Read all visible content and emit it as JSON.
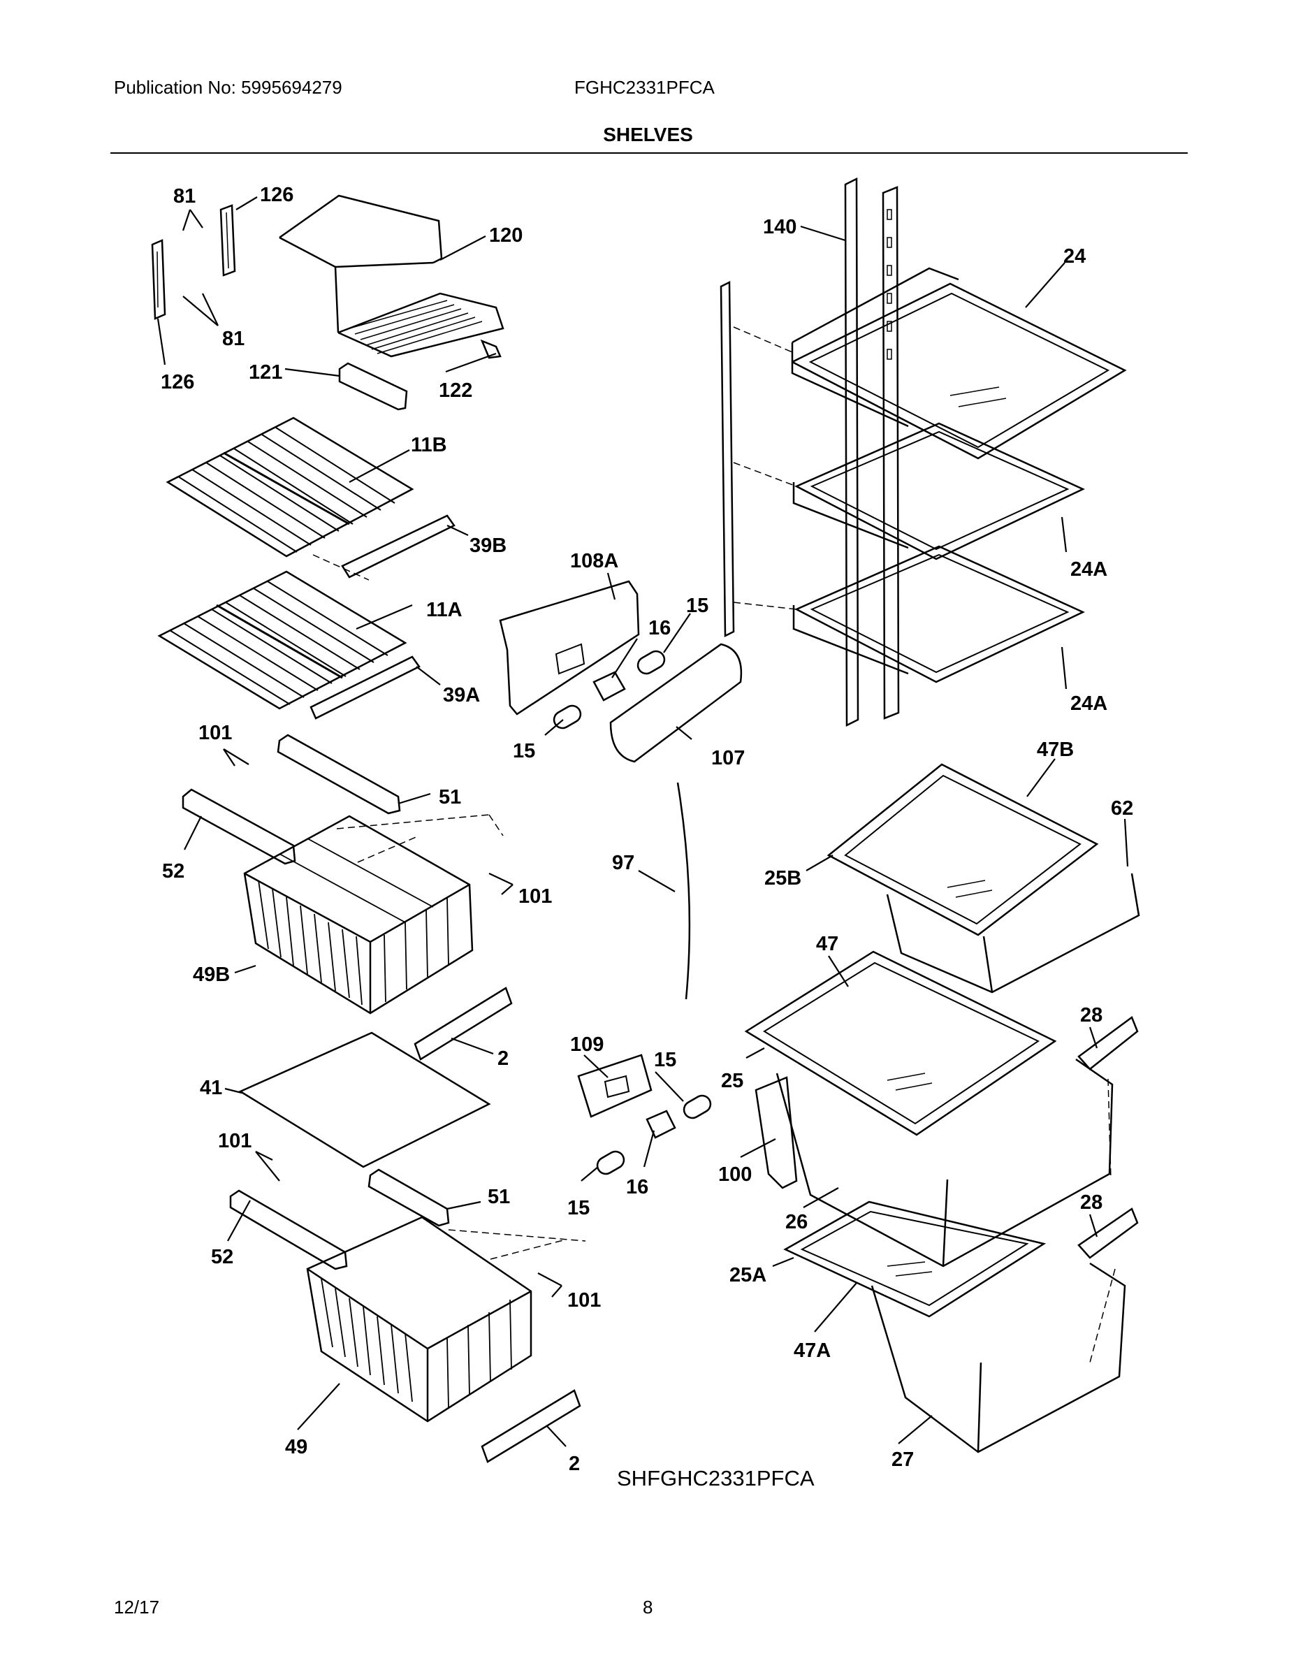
{
  "header": {
    "publication": "Publication No: 5995694279",
    "model": "FGHC2331PFCA",
    "title": "SHELVES"
  },
  "diagram": {
    "code": "SHFGHC2331PFCA",
    "callouts": [
      "81",
      "126",
      "120",
      "81",
      "126",
      "121",
      "122",
      "11B",
      "39B",
      "11A",
      "39A",
      "108A",
      "16",
      "15",
      "15",
      "107",
      "140",
      "24",
      "24A",
      "24A",
      "47B",
      "62",
      "25B",
      "101",
      "51",
      "52",
      "97",
      "101",
      "49B",
      "47",
      "28",
      "2",
      "41",
      "109",
      "15",
      "25",
      "101",
      "16",
      "100",
      "51",
      "15",
      "26",
      "28",
      "52",
      "25A",
      "101",
      "47A",
      "49",
      "2",
      "27"
    ]
  },
  "footer": {
    "date": "12/17",
    "page": "8"
  }
}
